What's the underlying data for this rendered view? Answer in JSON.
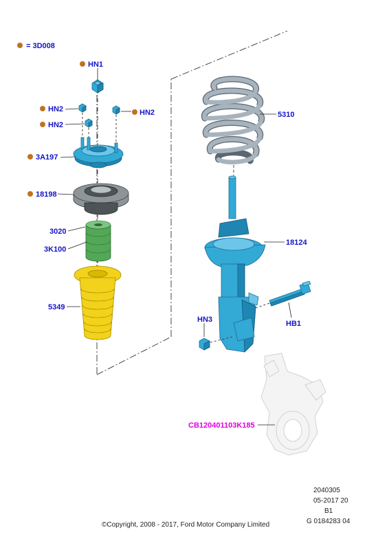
{
  "legend": {
    "text": "= 3D008",
    "dot_color": "#c0731f"
  },
  "colors": {
    "label": "#1414c8",
    "magenta_label": "#e000e0",
    "marker_dot": "#c0731f",
    "strut_blue": "#33a9d6",
    "boot_yellow": "#f2d21a",
    "bumper_green": "#52a857",
    "isolator_grey": "#8d9599",
    "spring_grey": "#a7b3bd",
    "knuckle_ghost": "#f4f4f4"
  },
  "parts": {
    "hn1": "HN1",
    "hn2_left": "HN2",
    "hn2_right": "HN2",
    "hn2_lower": "HN2",
    "mount": "3A197",
    "isolator": "18198",
    "bumper_a": "3020",
    "bumper_b": "3K100",
    "boot": "5349",
    "spring": "5310",
    "strut": "18124",
    "hn3": "HN3",
    "hb1": "HB1",
    "knuckle_ref": "CB120401103K185"
  },
  "footer": {
    "line1": "2040305",
    "line2": "05-2017 20",
    "line3": "B1",
    "line4": "G 0184283 04",
    "copyright": "©Copyright, 2008 - 2017, Ford Motor Company Limited"
  }
}
